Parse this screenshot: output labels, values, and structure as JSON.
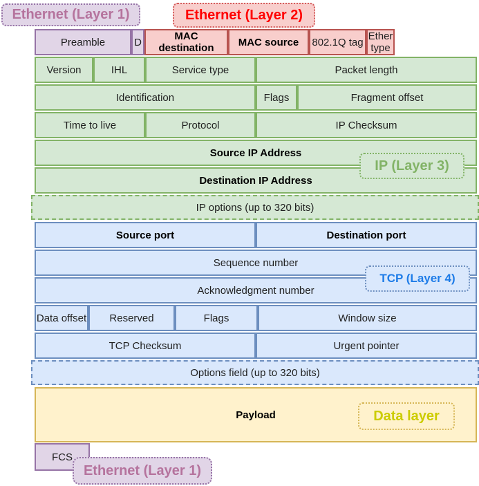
{
  "labels": {
    "eth1_top": "Ethernet (Layer 1)",
    "eth2_top": "Ethernet (Layer 2)",
    "ip_layer": "IP (Layer 3)",
    "tcp_layer": "TCP (Layer 4)",
    "data_layer": "Data layer",
    "eth1_bottom": "Ethernet (Layer 1)"
  },
  "ethernet_header": {
    "preamble": "Preamble",
    "d": "D",
    "mac_destination": "MAC destination",
    "mac_source": "MAC source",
    "dot1q_tag": "802.1Q tag",
    "ether_type": "Ether type"
  },
  "ip_header": {
    "version": "Version",
    "ihl": "IHL",
    "service_type": "Service type",
    "packet_length": "Packet length",
    "identification": "Identification",
    "flags": "Flags",
    "fragment_offset": "Fragment offset",
    "time_to_live": "Time to live",
    "protocol": "Protocol",
    "ip_checksum": "IP Checksum",
    "source_ip": "Source IP Address",
    "destination_ip": "Destination IP Address",
    "ip_options": "IP options (up to 320 bits)"
  },
  "tcp_header": {
    "source_port": "Source port",
    "destination_port": "Destination port",
    "sequence_number": "Sequence number",
    "acknowledgment_number": "Acknowledgment number",
    "data_offset": "Data offset",
    "reserved": "Reserved",
    "flags": "Flags",
    "window_size": "Window size",
    "tcp_checksum": "TCP Checksum",
    "urgent_pointer": "Urgent pointer",
    "options_field": "Options field (up to 320 bits)"
  },
  "payload": {
    "label": "Payload"
  },
  "trailer": {
    "fcs": "FCS"
  },
  "colors": {
    "purple_fill": "#E1D5E7",
    "purple_stroke": "#9673A6",
    "red_fill": "#F8CECC",
    "red_stroke": "#B85450",
    "green_fill": "#D5E8D4",
    "green_stroke": "#82B366",
    "blue_fill": "#DAE8FC",
    "blue_stroke": "#6C8EBF",
    "yellow_fill": "#FFF2CC",
    "yellow_stroke": "#D6B656",
    "layer1_text": "#B5739D",
    "layer2_text": "#FF0000",
    "layer3_text": "#82B366",
    "layer4_text": "#1E7CE8",
    "data_layer_text": "#CCCC00"
  }
}
